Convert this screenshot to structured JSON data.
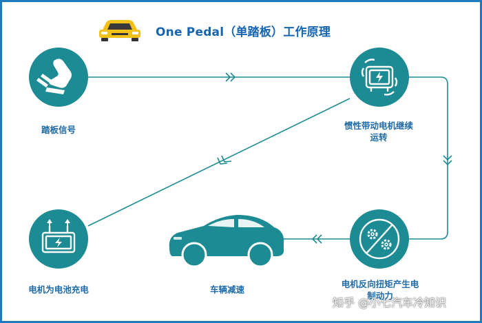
{
  "title": "One Pedal（单踏板）工作原理",
  "nodes": {
    "pedal_signal": "踏板信号",
    "motor_spin": [
      "惯性带动电机继续",
      "运转"
    ],
    "reverse_torque": [
      "电机反向扭矩产生电",
      "制动力"
    ],
    "vehicle_slowdown": "车辆减速",
    "charge_battery": "电机为电池充电"
  },
  "watermark": "知乎 @小七汽车冷知识",
  "colors": {
    "teal": "#1d8b93",
    "label_blue": "#1f6aa8",
    "title_blue": "#1565b0",
    "frame_blue": "#1e7bc0",
    "car_yellow": "#f2c21a"
  }
}
